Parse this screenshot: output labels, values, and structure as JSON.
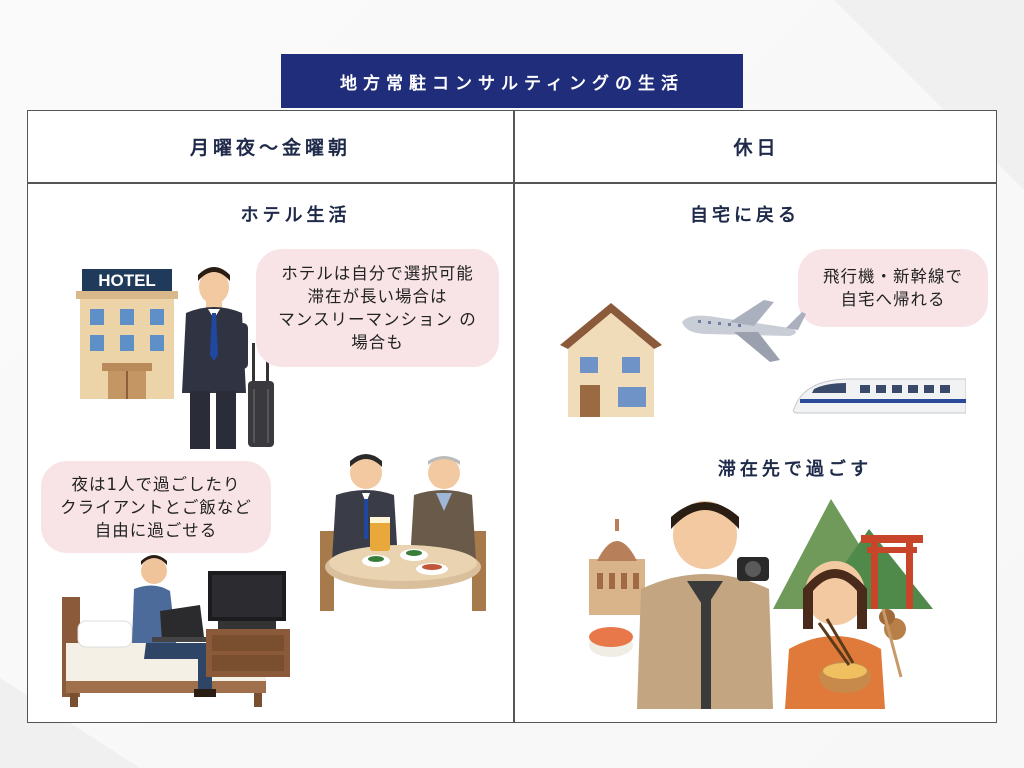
{
  "title": "地方常駐コンサルティングの生活",
  "columns": {
    "left": {
      "header": "月曜夜～金曜朝",
      "section": "ホテル生活",
      "hotel_sign": "HOTEL",
      "bubble1": [
        "ホテルは自分で選択可能",
        "滞在が長い場合は",
        "マンスリーマンション の",
        "場合も"
      ],
      "bubble2": [
        "夜は1人で過ごしたり",
        "クライアントとご飯など",
        "自由に過ごせる"
      ]
    },
    "right": {
      "header": "休日",
      "section1": "自宅に戻る",
      "bubble": [
        "飛行機・新幹線で",
        "自宅へ帰れる"
      ],
      "section2": "滞在先で過ごす"
    }
  },
  "icons": {
    "hotel": "hotel-building-icon",
    "businessman": "businessman-with-suitcase-icon",
    "laptop_bed": "person-on-bed-with-laptop-icon",
    "dinner": "business-dinner-icon",
    "house": "house-icon",
    "airplane": "airplane-icon",
    "shinkansen": "bullet-train-icon",
    "travelers": "travelers-sightseeing-icon"
  },
  "colors": {
    "navy": "#1f2d7a",
    "bubble": "#f8e4e6",
    "border": "#555555"
  }
}
